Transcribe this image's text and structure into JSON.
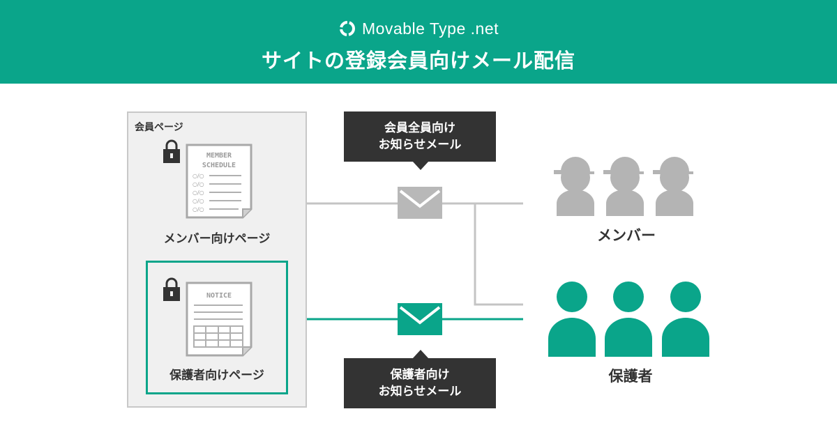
{
  "header": {
    "logo_text": "Movable Type .net",
    "title": "サイトの登録会員向けメール配信"
  },
  "member_area": {
    "label": "会員ページ",
    "member_page": {
      "doc_title_line1": "MEMBER",
      "doc_title_line2": "SCHEDULE",
      "rows": [
        "○/○",
        "○/○",
        "○/○",
        "○/○",
        "○/○"
      ],
      "label": "メンバー向けページ"
    },
    "guardian_page": {
      "doc_title": "NOTICE",
      "label": "保護者向けページ"
    }
  },
  "callouts": {
    "all_members_line1": "会員全員向け",
    "all_members_line2": "お知らせメール",
    "guardians_line1": "保護者向け",
    "guardians_line2": "お知らせメール"
  },
  "groups": {
    "members": "メンバー",
    "guardians": "保護者"
  },
  "colors": {
    "accent": "#0aa58a",
    "gray": "#b4b4b4",
    "dark": "#333333"
  }
}
